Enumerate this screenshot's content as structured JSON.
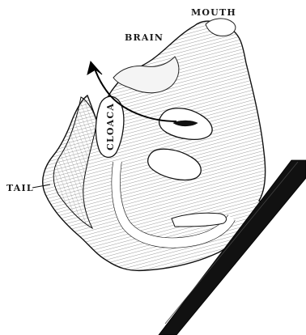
{
  "figure": {
    "labels": {
      "mouth": "MOUTH",
      "brain": "BRAIN",
      "cloaca": "CLOACA",
      "tail": "TAIL"
    }
  }
}
